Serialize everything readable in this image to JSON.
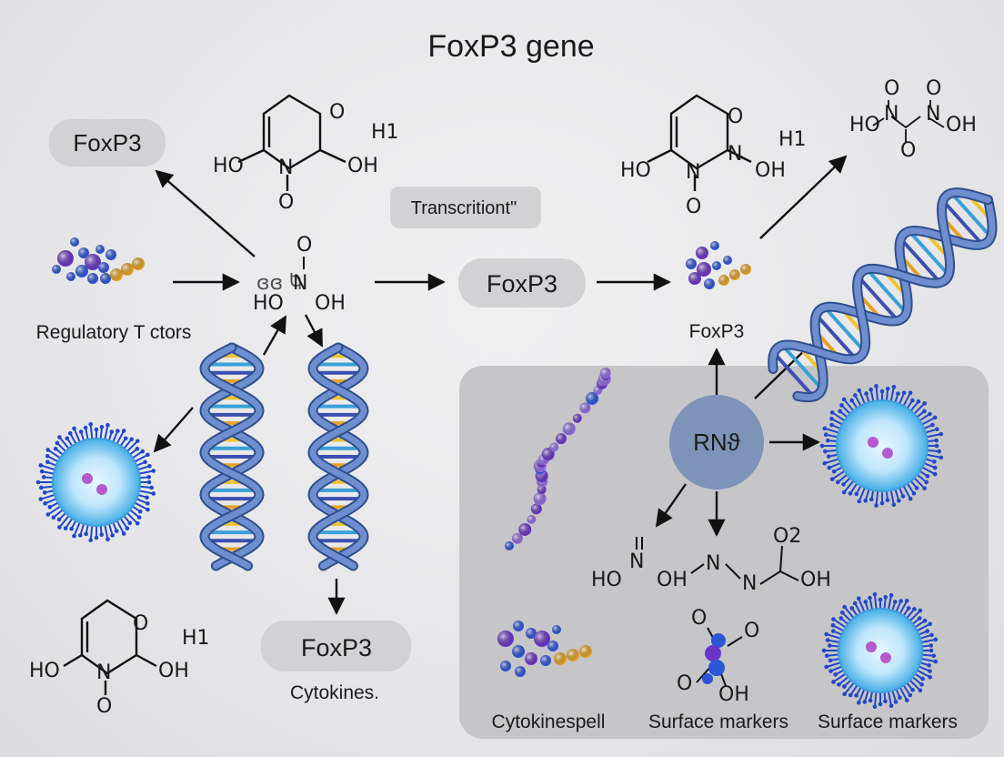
{
  "title": "FoxP3 gene",
  "pills": {
    "foxp3_top_left": "FoxP3",
    "transcription": "Transcritiont\"",
    "foxp3_center": "FoxP3",
    "foxp3_bottom": "FoxP3"
  },
  "labels": {
    "regulatory": "Regulatory T ctors",
    "foxp3_small": "FoxP3",
    "cytokines": "Cytokines.",
    "cytokinespell": "Cytokinespell",
    "surface_markers_1": "Surface markers",
    "surface_markers_2": "Surface markers",
    "rna": "RNϑ"
  },
  "chem": {
    "h1_a": "H1",
    "h1_b": "H1",
    "h1_c": "H1",
    "ho": "HO",
    "oh": "OH",
    "n": "N",
    "o": "O",
    "o2": "O2",
    "center_top": "O",
    "center_mid": "N",
    "center_ho": "HO",
    "center_oh": "OH",
    "center_overlay": "ɞɞ  Ⴉ"
  },
  "colors": {
    "background": "#e8e8ea",
    "pill": "#d4d4d6",
    "panel": "#c4c4c6",
    "rna_circle": "#7d93b8",
    "dna_backbone": "#4d6fae",
    "cell": "#4fb7ea",
    "molecule_blue": "#2d55d6",
    "molecule_purple": "#6a35c6",
    "molecule_orange": "#e6a224"
  }
}
